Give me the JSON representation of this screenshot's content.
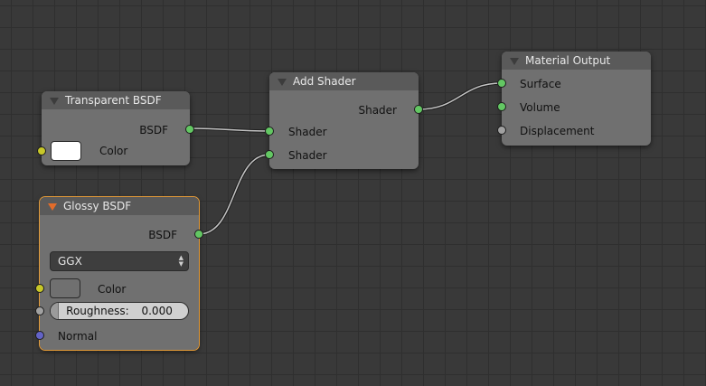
{
  "nodes": {
    "transparent_bsdf": {
      "title": "Transparent BSDF",
      "output_label": "BSDF",
      "color_label": "Color",
      "color_value": "#ffffff"
    },
    "glossy_bsdf": {
      "title": "Glossy BSDF",
      "output_label": "BSDF",
      "distribution": "GGX",
      "color_label": "Color",
      "color_value": "#707070",
      "roughness_label": "Roughness:",
      "roughness_value": "0.000",
      "normal_label": "Normal"
    },
    "add_shader": {
      "title": "Add Shader",
      "output_label": "Shader",
      "input_1_label": "Shader",
      "input_2_label": "Shader"
    },
    "material_output": {
      "title": "Material Output",
      "surface_label": "Surface",
      "volume_label": "Volume",
      "displacement_label": "Displacement"
    }
  },
  "colors": {
    "shader_socket": "#63c763",
    "color_socket": "#c7c729",
    "value_socket": "#a1a1a1",
    "vector_socket": "#6363c7",
    "selected_outline": "#e39a37",
    "link_color": "#c4c4c4"
  }
}
